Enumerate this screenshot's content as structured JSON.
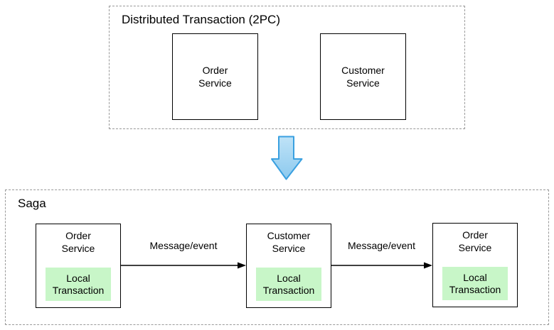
{
  "colors": {
    "background": "#ffffff",
    "dashed-border": "#999999",
    "box-border": "#000000",
    "text": "#000000",
    "local-tx-fill": "#c8f6c8",
    "down-arrow-stroke": "#3aa0e0",
    "down-arrow-fill-top": "#bfe3f7",
    "down-arrow-fill-bottom": "#8cc9ee"
  },
  "twopc": {
    "title": "Distributed Transaction (2PC)",
    "boxes": [
      {
        "label": "Order\nService"
      },
      {
        "label": "Customer\nService"
      }
    ]
  },
  "transform_arrow": {
    "icon": "down-block-arrow"
  },
  "saga": {
    "title": "Saga",
    "boxes": [
      {
        "label": "Order\nService",
        "local_label": "Local\nTransaction"
      },
      {
        "label": "Customer\nService",
        "local_label": "Local\nTransaction"
      },
      {
        "label": "Order\nService",
        "local_label": "Local\nTransaction"
      }
    ],
    "arrows": [
      {
        "label": "Message/event"
      },
      {
        "label": "Message/event"
      }
    ]
  }
}
